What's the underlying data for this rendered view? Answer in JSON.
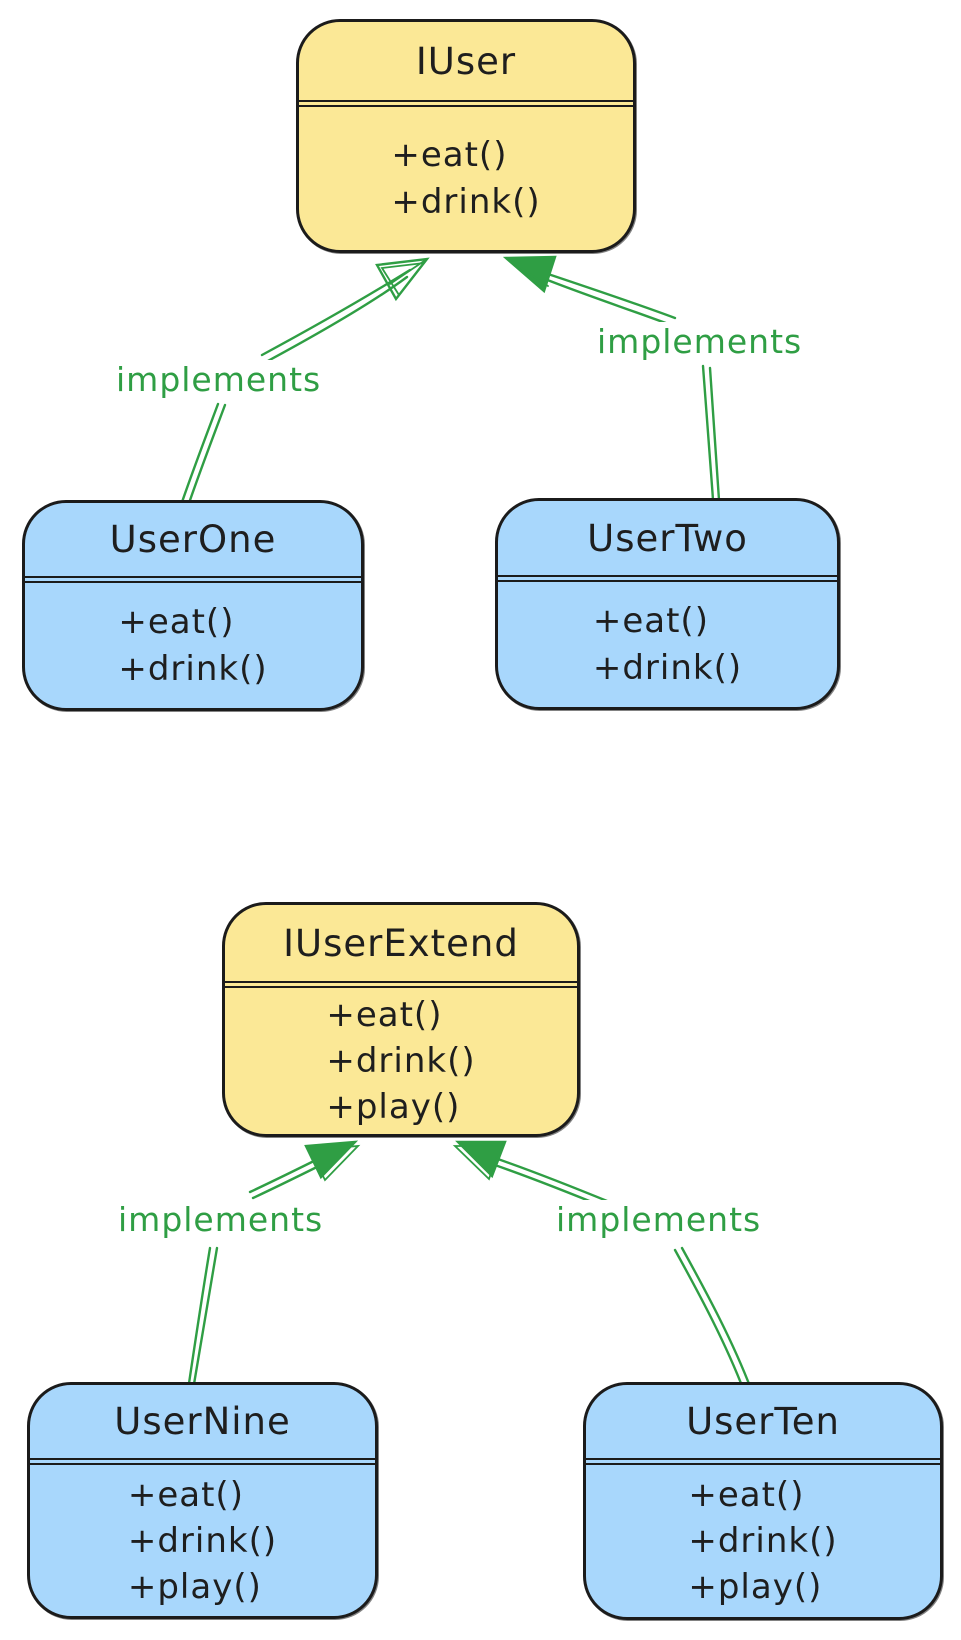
{
  "diagram": {
    "type": "uml-class-diagram",
    "style": "hand-drawn",
    "background": "#ffffff",
    "colors": {
      "interface_fill": "#fbe896",
      "class_fill": "#a8d7fc",
      "stroke": "#1b1b1b",
      "relation_green": "#2f9e44"
    },
    "top": {
      "interface": {
        "name": "IUser",
        "methods": [
          "+eat()",
          "+drink()"
        ]
      },
      "classes": [
        {
          "name": "UserOne",
          "methods": [
            "+eat()",
            "+drink()"
          ]
        },
        {
          "name": "UserTwo",
          "methods": [
            "+eat()",
            "+drink()"
          ]
        }
      ],
      "relations": [
        {
          "from": "UserOne",
          "to": "IUser",
          "label": "implements"
        },
        {
          "from": "UserTwo",
          "to": "IUser",
          "label": "implements"
        }
      ]
    },
    "bottom": {
      "interface": {
        "name": "IUserExtend",
        "methods": [
          "+eat()",
          "+drink()",
          "+play()"
        ]
      },
      "classes": [
        {
          "name": "UserNine",
          "methods": [
            "+eat()",
            "+drink()",
            "+play()"
          ]
        },
        {
          "name": "UserTen",
          "methods": [
            "+eat()",
            "+drink()",
            "+play()"
          ]
        }
      ],
      "relations": [
        {
          "from": "UserNine",
          "to": "IUserExtend",
          "label": "implements"
        },
        {
          "from": "UserTen",
          "to": "IUserExtend",
          "label": "implements"
        }
      ]
    }
  }
}
